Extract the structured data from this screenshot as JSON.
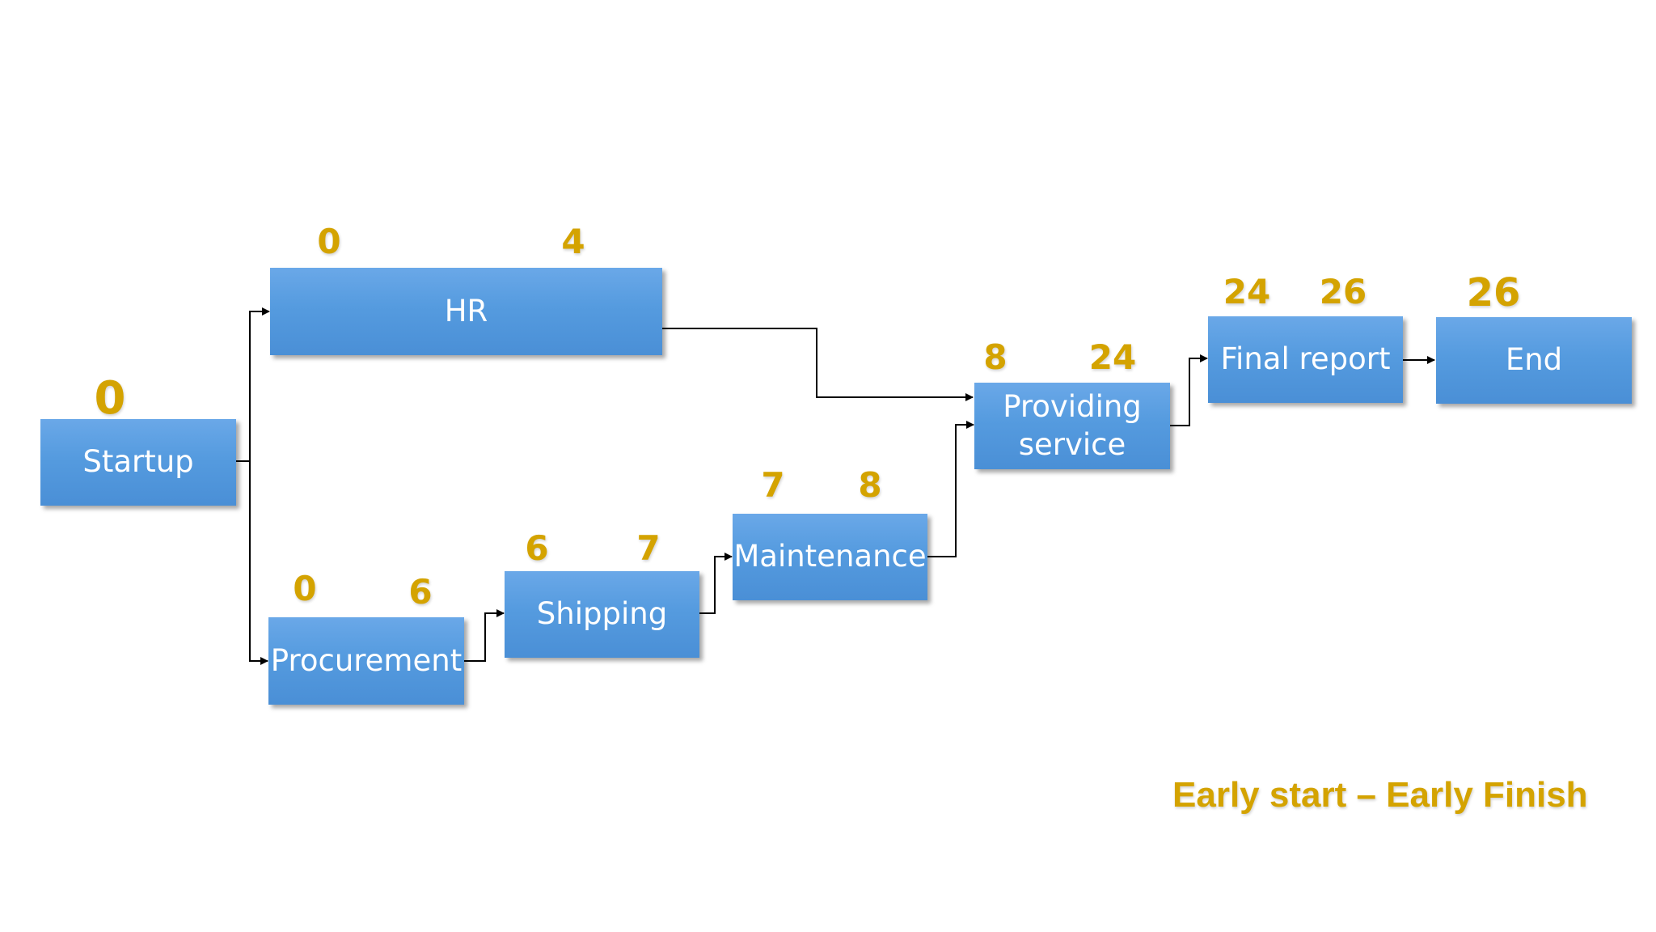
{
  "tasks": {
    "startup": {
      "label": "Startup",
      "early_start": "0"
    },
    "hr": {
      "label": "HR",
      "early_start": "0",
      "early_finish": "4"
    },
    "procurement": {
      "label": "Procurement",
      "early_start": "0",
      "early_finish": "6"
    },
    "shipping": {
      "label": "Shipping",
      "early_start": "6",
      "early_finish": "7"
    },
    "maintenance": {
      "label": "Maintenance",
      "early_start": "7",
      "early_finish": "8"
    },
    "providing_service": {
      "label_line1": "Providing",
      "label_line2": "service",
      "early_start": "8",
      "early_finish": "24"
    },
    "final_report": {
      "label": "Final report",
      "early_start": "24",
      "early_finish": "26"
    },
    "end": {
      "label": "End",
      "early_start": "26"
    }
  },
  "legend": "Early start – Early Finish",
  "colors": {
    "box": "#559bdf",
    "numbers": "#d4a300",
    "connector": "#000000"
  }
}
